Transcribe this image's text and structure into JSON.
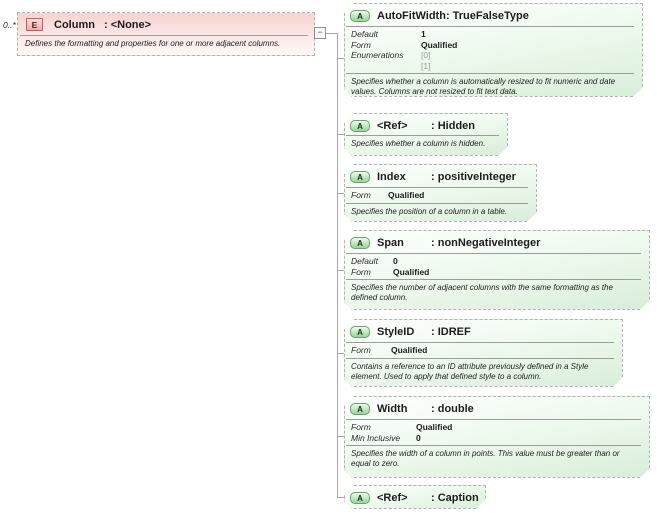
{
  "occurrence": "0..*",
  "collapse_button": "−",
  "element": {
    "badge": "E",
    "name": "Column",
    "type": ": <None>",
    "description": "Defines the formatting and properties for one or more adjacent columns."
  },
  "attributes": [
    {
      "badge": "A",
      "name": "AutoFitWidth",
      "type": ": TrueFalseType",
      "props": [
        {
          "label": "Default",
          "value": "1"
        },
        {
          "label": "Form",
          "value": "Qualified"
        },
        {
          "label": "Enumerations",
          "value": "[0]"
        },
        {
          "label": "",
          "value": "[1]"
        }
      ],
      "description": "Specifies whether a column is automatically resized to fit numeric and date values. Columns are not resized to fit text data."
    },
    {
      "badge": "A",
      "name": "<Ref>",
      "type": ": Hidden",
      "description": "Specifies whether a column is hidden."
    },
    {
      "badge": "A",
      "name": "Index",
      "type": ": positiveInteger",
      "props": [
        {
          "label": "Form",
          "value": "Qualified"
        }
      ],
      "description": "Specifies the position of a column in a table."
    },
    {
      "badge": "A",
      "name": "Span",
      "type": ": nonNegativeInteger",
      "props": [
        {
          "label": "Default",
          "value": "0"
        },
        {
          "label": "Form",
          "value": "Qualified"
        }
      ],
      "description": "Specifies the number of adjacent columns with the same formatting as the defined column."
    },
    {
      "badge": "A",
      "name": "StyleID",
      "type": ": IDREF",
      "props": [
        {
          "label": "Form",
          "value": "Qualified"
        }
      ],
      "description": "Contains a reference to an ID attribute previously defined in a Style element. Used to apply that defined style to a column."
    },
    {
      "badge": "A",
      "name": "Width",
      "type": ": double",
      "props": [
        {
          "label": "Form",
          "value": "Qualified"
        },
        {
          "label": "Min Inclusive",
          "value": "0"
        }
      ],
      "description": "Specifies the width of a column in points. This value must be greater than or equal to zero."
    },
    {
      "badge": "A",
      "name": "<Ref>",
      "type": ": Caption"
    }
  ],
  "colors": {
    "element_fill_top": "#f7d3d1",
    "attribute_fill_bottom": "#d8eed8",
    "badge_element": "#efabab",
    "badge_attribute": "#98d498",
    "dashed_border": "#b3b3b3",
    "connector": "#a6a6a6"
  }
}
